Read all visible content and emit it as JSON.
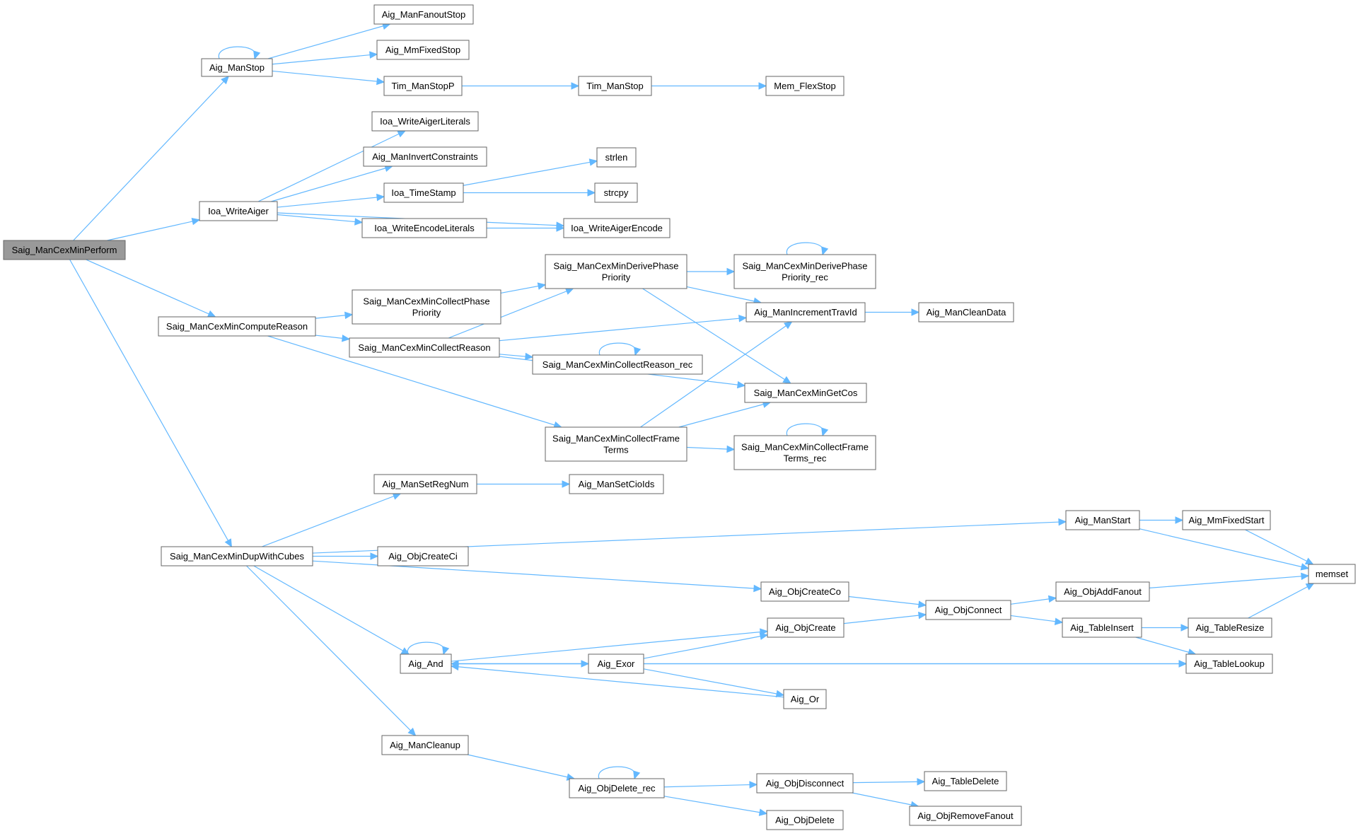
{
  "diagram": {
    "root": "Saig_ManCexMinPerform",
    "nodes": [
      {
        "id": "perform",
        "lines": [
          "Saig_ManCexMinPerform"
        ],
        "root": true
      },
      {
        "id": "manstop",
        "lines": [
          "Aig_ManStop"
        ]
      },
      {
        "id": "fanoutstop",
        "lines": [
          "Aig_ManFanoutStop"
        ]
      },
      {
        "id": "mmfixedstop",
        "lines": [
          "Aig_MmFixedStop"
        ]
      },
      {
        "id": "timmanstopp",
        "lines": [
          "Tim_ManStopP"
        ]
      },
      {
        "id": "timmanstop",
        "lines": [
          "Tim_ManStop"
        ]
      },
      {
        "id": "memflexstop",
        "lines": [
          "Mem_FlexStop"
        ]
      },
      {
        "id": "writeaiger",
        "lines": [
          "Ioa_WriteAiger"
        ]
      },
      {
        "id": "writeaigerliterals",
        "lines": [
          "Ioa_WriteAigerLiterals"
        ]
      },
      {
        "id": "maninvertconstraints",
        "lines": [
          "Aig_ManInvertConstraints"
        ]
      },
      {
        "id": "timestamp",
        "lines": [
          "Ioa_TimeStamp"
        ]
      },
      {
        "id": "strlen",
        "lines": [
          "strlen"
        ]
      },
      {
        "id": "strcpy",
        "lines": [
          "strcpy"
        ]
      },
      {
        "id": "writeencodeliterals",
        "lines": [
          "Ioa_WriteEncodeLiterals"
        ]
      },
      {
        "id": "writeaigerencode",
        "lines": [
          "Ioa_WriteAigerEncode"
        ]
      },
      {
        "id": "computereason",
        "lines": [
          "Saig_ManCexMinComputeReason"
        ]
      },
      {
        "id": "collectphasepriority",
        "lines": [
          "Saig_ManCexMinCollectPhase",
          "Priority"
        ]
      },
      {
        "id": "derivephasepriority",
        "lines": [
          "Saig_ManCexMinDerivePhase",
          "Priority"
        ]
      },
      {
        "id": "derivephasepriorityrec",
        "lines": [
          "Saig_ManCexMinDerivePhase",
          "Priority_rec"
        ]
      },
      {
        "id": "incrementtravid",
        "lines": [
          "Aig_ManIncrementTravId"
        ]
      },
      {
        "id": "cleandata",
        "lines": [
          "Aig_ManCleanData"
        ]
      },
      {
        "id": "collectreason",
        "lines": [
          "Saig_ManCexMinCollectReason"
        ]
      },
      {
        "id": "collectreasonrec",
        "lines": [
          "Saig_ManCexMinCollectReason_rec"
        ]
      },
      {
        "id": "getcos",
        "lines": [
          "Saig_ManCexMinGetCos"
        ]
      },
      {
        "id": "collectframeterms",
        "lines": [
          "Saig_ManCexMinCollectFrame",
          "Terms"
        ]
      },
      {
        "id": "collectframetermsrec",
        "lines": [
          "Saig_ManCexMinCollectFrame",
          "Terms_rec"
        ]
      },
      {
        "id": "setregnum",
        "lines": [
          "Aig_ManSetRegNum"
        ]
      },
      {
        "id": "setcioids",
        "lines": [
          "Aig_ManSetCioIds"
        ]
      },
      {
        "id": "dupwithcubes",
        "lines": [
          "Saig_ManCexMinDupWithCubes"
        ]
      },
      {
        "id": "objcreateci",
        "lines": [
          "Aig_ObjCreateCi"
        ]
      },
      {
        "id": "manstart",
        "lines": [
          "Aig_ManStart"
        ]
      },
      {
        "id": "mmfixedstart",
        "lines": [
          "Aig_MmFixedStart"
        ]
      },
      {
        "id": "memset",
        "lines": [
          "memset"
        ]
      },
      {
        "id": "objcreateco",
        "lines": [
          "Aig_ObjCreateCo"
        ]
      },
      {
        "id": "objconnect",
        "lines": [
          "Aig_ObjConnect"
        ]
      },
      {
        "id": "objaddfanout",
        "lines": [
          "Aig_ObjAddFanout"
        ]
      },
      {
        "id": "tableinsert",
        "lines": [
          "Aig_TableInsert"
        ]
      },
      {
        "id": "tableresize",
        "lines": [
          "Aig_TableResize"
        ]
      },
      {
        "id": "tablelookup",
        "lines": [
          "Aig_TableLookup"
        ]
      },
      {
        "id": "objcreate",
        "lines": [
          "Aig_ObjCreate"
        ]
      },
      {
        "id": "and",
        "lines": [
          "Aig_And"
        ]
      },
      {
        "id": "exor",
        "lines": [
          "Aig_Exor"
        ]
      },
      {
        "id": "or",
        "lines": [
          "Aig_Or"
        ]
      },
      {
        "id": "mancleanup",
        "lines": [
          "Aig_ManCleanup"
        ]
      },
      {
        "id": "objdeleterec",
        "lines": [
          "Aig_ObjDelete_rec"
        ]
      },
      {
        "id": "objdisconnect",
        "lines": [
          "Aig_ObjDisconnect"
        ]
      },
      {
        "id": "objdelete",
        "lines": [
          "Aig_ObjDelete"
        ]
      },
      {
        "id": "tabledelete",
        "lines": [
          "Aig_TableDelete"
        ]
      },
      {
        "id": "objremovefanout",
        "lines": [
          "Aig_ObjRemoveFanout"
        ]
      }
    ],
    "edges": [
      [
        "perform",
        "manstop"
      ],
      [
        "perform",
        "writeaiger"
      ],
      [
        "perform",
        "computereason"
      ],
      [
        "perform",
        "dupwithcubes"
      ],
      [
        "manstop",
        "manstop"
      ],
      [
        "manstop",
        "fanoutstop"
      ],
      [
        "manstop",
        "mmfixedstop"
      ],
      [
        "manstop",
        "timmanstopp"
      ],
      [
        "timmanstopp",
        "timmanstop"
      ],
      [
        "timmanstop",
        "memflexstop"
      ],
      [
        "writeaiger",
        "writeaigerliterals"
      ],
      [
        "writeaiger",
        "maninvertconstraints"
      ],
      [
        "writeaiger",
        "timestamp"
      ],
      [
        "writeaiger",
        "writeencodeliterals"
      ],
      [
        "writeaiger",
        "writeaigerencode"
      ],
      [
        "timestamp",
        "strlen"
      ],
      [
        "timestamp",
        "strcpy"
      ],
      [
        "writeencodeliterals",
        "writeaigerencode"
      ],
      [
        "computereason",
        "collectphasepriority"
      ],
      [
        "computereason",
        "collectreason"
      ],
      [
        "computereason",
        "collectframeterms"
      ],
      [
        "collectphasepriority",
        "derivephasepriority"
      ],
      [
        "derivephasepriority",
        "derivephasepriorityrec"
      ],
      [
        "derivephasepriority",
        "incrementtravid"
      ],
      [
        "derivephasepriority",
        "getcos"
      ],
      [
        "derivephasepriorityrec",
        "derivephasepriorityrec"
      ],
      [
        "collectreason",
        "derivephasepriority"
      ],
      [
        "collectreason",
        "incrementtravid"
      ],
      [
        "collectreason",
        "collectreasonrec"
      ],
      [
        "collectreason",
        "getcos"
      ],
      [
        "collectreasonrec",
        "collectreasonrec"
      ],
      [
        "incrementtravid",
        "cleandata"
      ],
      [
        "collectframeterms",
        "incrementtravid"
      ],
      [
        "collectframeterms",
        "getcos"
      ],
      [
        "collectframeterms",
        "collectframetermsrec"
      ],
      [
        "collectframetermsrec",
        "collectframetermsrec"
      ],
      [
        "dupwithcubes",
        "setregnum"
      ],
      [
        "dupwithcubes",
        "manstart"
      ],
      [
        "dupwithcubes",
        "objcreateci"
      ],
      [
        "dupwithcubes",
        "objcreateco"
      ],
      [
        "dupwithcubes",
        "and"
      ],
      [
        "dupwithcubes",
        "mancleanup"
      ],
      [
        "setregnum",
        "setcioids"
      ],
      [
        "manstart",
        "mmfixedstart"
      ],
      [
        "manstart",
        "memset"
      ],
      [
        "mmfixedstart",
        "memset"
      ],
      [
        "objcreateco",
        "objconnect"
      ],
      [
        "objconnect",
        "objaddfanout"
      ],
      [
        "objconnect",
        "tableinsert"
      ],
      [
        "objaddfanout",
        "memset"
      ],
      [
        "tableinsert",
        "tableresize"
      ],
      [
        "tableinsert",
        "tablelookup"
      ],
      [
        "tableresize",
        "memset"
      ],
      [
        "objcreate",
        "objconnect"
      ],
      [
        "and",
        "and"
      ],
      [
        "and",
        "objcreate"
      ],
      [
        "and",
        "exor"
      ],
      [
        "and",
        "tablelookup"
      ],
      [
        "exor",
        "and"
      ],
      [
        "exor",
        "objcreate"
      ],
      [
        "exor",
        "tablelookup"
      ],
      [
        "exor",
        "or"
      ],
      [
        "or",
        "and"
      ],
      [
        "mancleanup",
        "objdeleterec"
      ],
      [
        "objdeleterec",
        "objdeleterec"
      ],
      [
        "objdeleterec",
        "objdisconnect"
      ],
      [
        "objdeleterec",
        "objdelete"
      ],
      [
        "objdisconnect",
        "tabledelete"
      ],
      [
        "objdisconnect",
        "objremovefanout"
      ]
    ],
    "colors": {
      "edge": "#63b8ff",
      "node_border": "#666666",
      "root_fill": "#999999",
      "node_fill": "#ffffff"
    }
  }
}
